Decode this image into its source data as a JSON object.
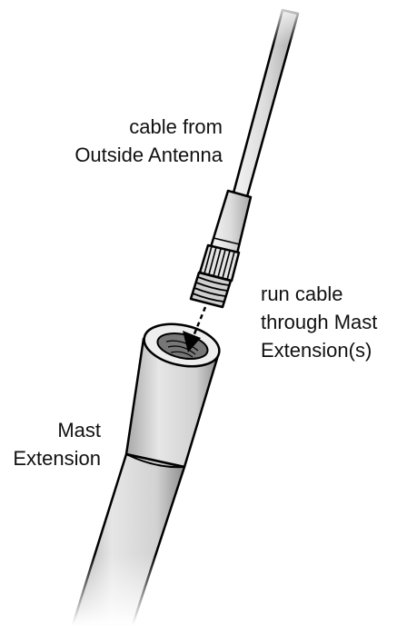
{
  "labels": {
    "cable": [
      "cable from",
      "Outside Antenna"
    ],
    "run": [
      "run cable",
      "through Mast",
      "Extension(s)"
    ],
    "mast": [
      "Mast",
      "Extension"
    ]
  },
  "colors": {
    "outline": "#000000",
    "metal_light": "#f2f2f2",
    "metal_mid": "#d9d9d9",
    "metal_dark": "#9e9e9e"
  }
}
